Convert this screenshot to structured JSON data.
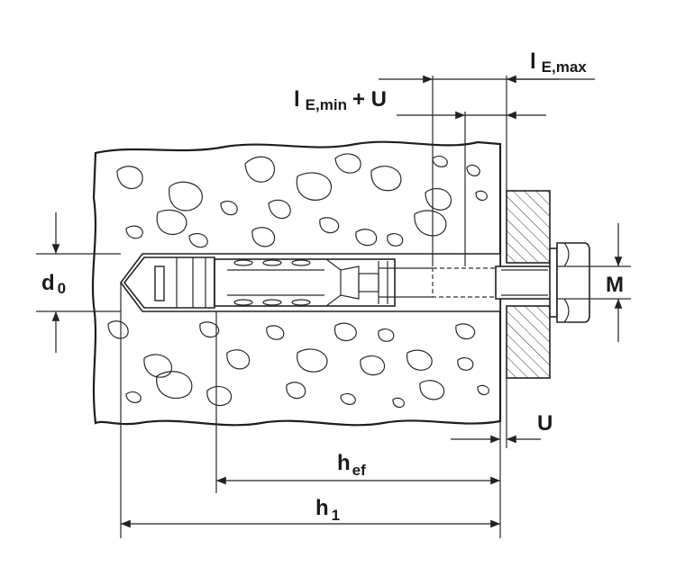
{
  "labels": {
    "d0": {
      "main": "d",
      "sub": "0"
    },
    "M": "M",
    "U": "U",
    "hef": {
      "main": "h",
      "sub": "ef"
    },
    "h1": {
      "main": "h",
      "sub": "1"
    },
    "le_max": {
      "main": "l",
      "sub": "E,max"
    },
    "le_min_u": {
      "main": "l",
      "sub": "E,min",
      "tail": "+ U"
    }
  },
  "colors": {
    "line": "#2a2a2a",
    "background": "#ffffff"
  }
}
